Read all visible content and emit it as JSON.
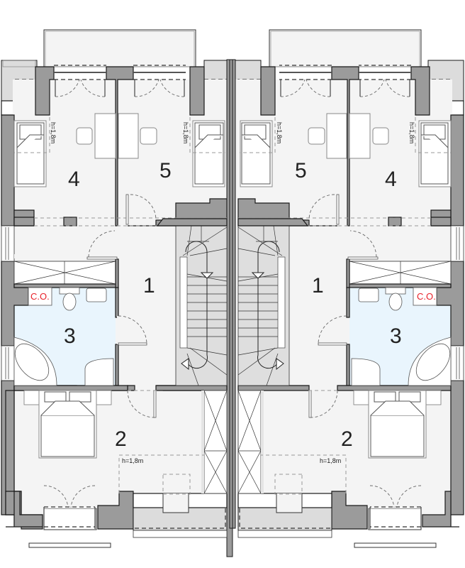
{
  "plan": {
    "type": "floor-plan",
    "description": "Semi-detached house, upper floor (mirrored units)",
    "units": [
      {
        "side": "left",
        "rooms": [
          {
            "id": "1",
            "label": "1",
            "name": "hall"
          },
          {
            "id": "2",
            "label": "2",
            "name": "master-bedroom"
          },
          {
            "id": "3",
            "label": "3",
            "name": "bathroom"
          },
          {
            "id": "4",
            "label": "4",
            "name": "bedroom"
          },
          {
            "id": "5",
            "label": "5",
            "name": "bedroom"
          }
        ],
        "annotations": {
          "co": "C.O.",
          "height_room4": "h=1,8m",
          "height_room5": "h=1,8m",
          "height_room2": "h=1,8m"
        }
      },
      {
        "side": "right",
        "rooms": [
          {
            "id": "1",
            "label": "1",
            "name": "hall"
          },
          {
            "id": "2",
            "label": "2",
            "name": "master-bedroom"
          },
          {
            "id": "3",
            "label": "3",
            "name": "bathroom"
          },
          {
            "id": "4",
            "label": "4",
            "name": "bedroom"
          },
          {
            "id": "5",
            "label": "5",
            "name": "bedroom"
          }
        ],
        "annotations": {
          "co": "C.O.",
          "height_room4": "h=1,8m",
          "height_room5": "h=1,8m",
          "height_room2": "h=1,8m"
        }
      }
    ],
    "colors": {
      "wall": "#9b9b9b",
      "floor": "#f4f4f4",
      "bathroom": "#e9f5fd",
      "terrace": "#dcdcdc",
      "co_text": "#e8212a"
    }
  }
}
